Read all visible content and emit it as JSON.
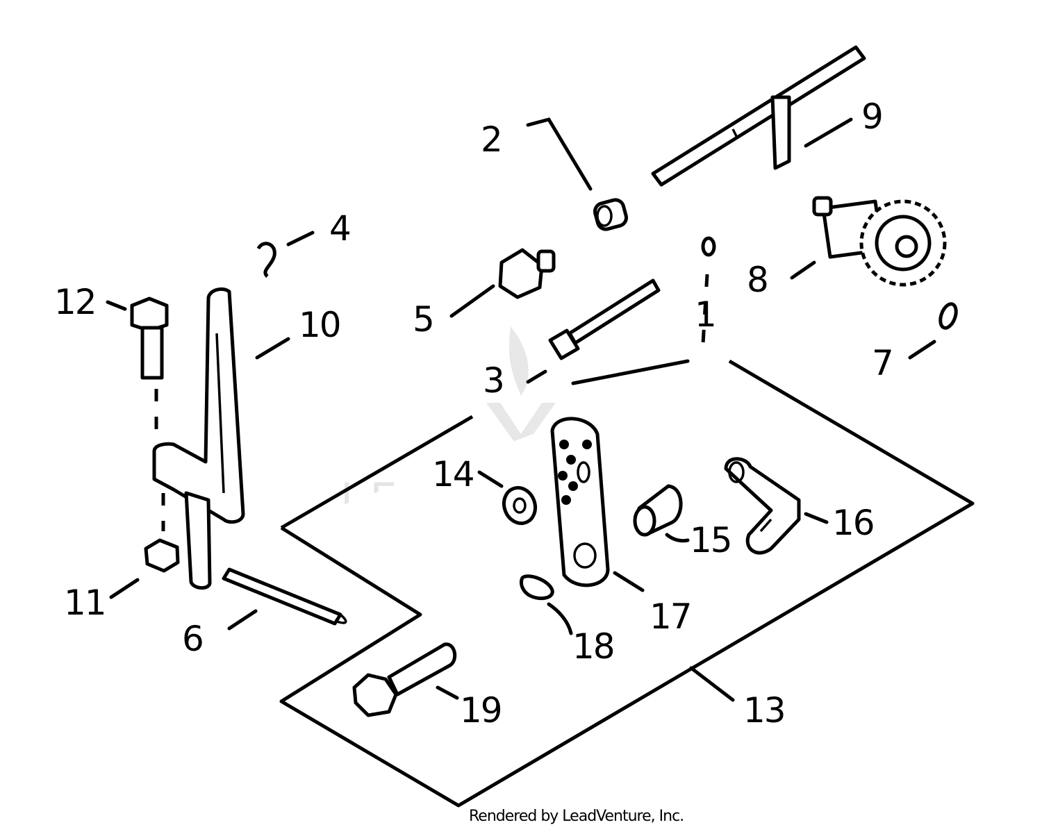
{
  "callouts": {
    "c1": "1",
    "c2": "2",
    "c3": "3",
    "c4": "4",
    "c5": "5",
    "c6": "6",
    "c7": "7",
    "c8": "8",
    "c9": "9",
    "c10": "10",
    "c11": "11",
    "c12": "12",
    "c13": "13",
    "c14": "14",
    "c15": "15",
    "c16": "16",
    "c17": "17",
    "c18": "18",
    "c19": "19"
  },
  "watermark": "LEADVENTURE",
  "footer": "Rendered by LeadVenture, Inc."
}
